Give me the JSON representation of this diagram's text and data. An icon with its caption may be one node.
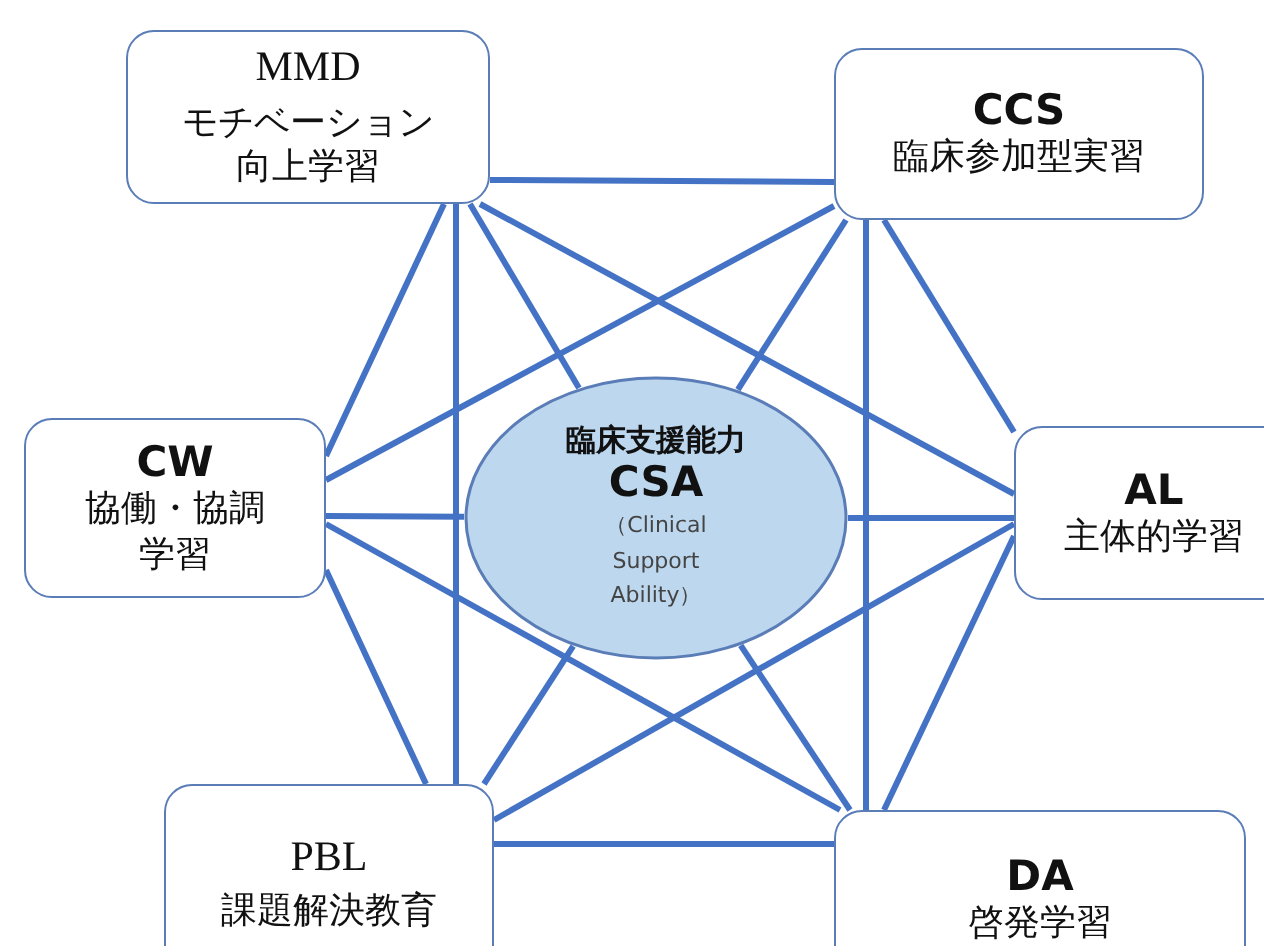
{
  "diagram": {
    "nodes": [
      {
        "text": [
          "MMD",
          "モチベーション向上学習"
        ]
      },
      {
        "text": [
          "CCS",
          "臨床参加型実習"
        ]
      },
      {
        "text": [
          "臨床支援能力",
          "CSA",
          "（Clinical Support Ability）"
        ]
      },
      {
        "text": [
          "CW",
          "協働・協調学習"
        ]
      },
      {
        "text": [
          "AL",
          "主体的学習"
        ]
      },
      {
        "text": [
          "PBL",
          "課題解決教育"
        ]
      },
      {
        "text": [
          "DA",
          "啓発学習"
        ]
      }
    ],
    "edges": [
      {
        "from": 0,
        "to": 1,
        "arrow": "none"
      },
      {
        "from": 0,
        "to": 2,
        "arrow": "none"
      },
      {
        "from": 0,
        "to": 3,
        "arrow": "none"
      },
      {
        "from": 0,
        "to": 4,
        "arrow": "none"
      },
      {
        "from": 0,
        "to": 5,
        "arrow": "none"
      },
      {
        "from": 1,
        "to": 2,
        "arrow": "none"
      },
      {
        "from": 1,
        "to": 3,
        "arrow": "none"
      },
      {
        "from": 1,
        "to": 4,
        "arrow": "none"
      },
      {
        "from": 1,
        "to": 6,
        "arrow": "none"
      },
      {
        "from": 2,
        "to": 3,
        "arrow": "none"
      },
      {
        "from": 2,
        "to": 4,
        "arrow": "none"
      },
      {
        "from": 2,
        "to": 5,
        "arrow": "none"
      },
      {
        "from": 2,
        "to": 6,
        "arrow": "none"
      },
      {
        "from": 3,
        "to": 5,
        "arrow": "none"
      },
      {
        "from": 3,
        "to": 6,
        "arrow": "none"
      },
      {
        "from": 4,
        "to": 5,
        "arrow": "none"
      },
      {
        "from": 4,
        "to": 6,
        "arrow": "none"
      },
      {
        "from": 5,
        "to": 6,
        "arrow": "none"
      }
    ]
  }
}
